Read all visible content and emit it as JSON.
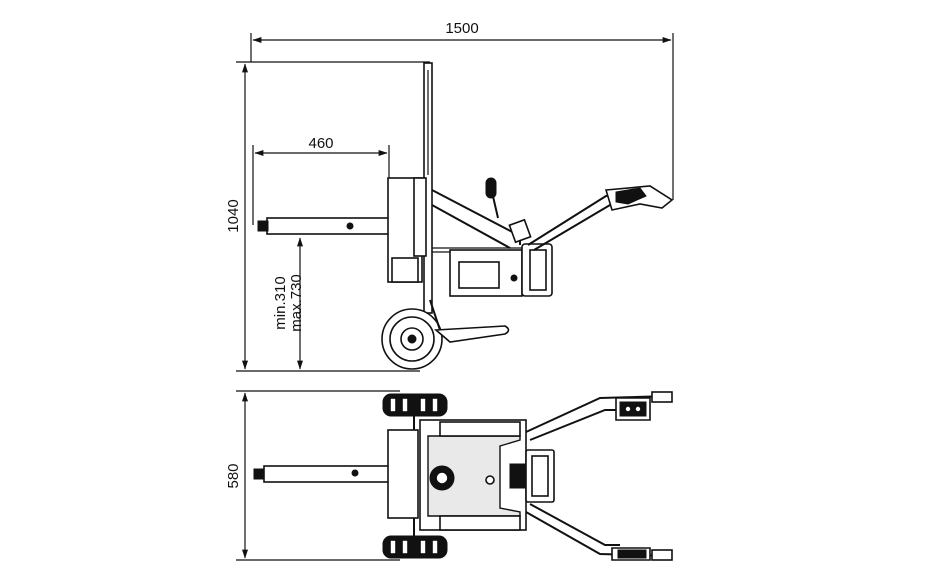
{
  "dimensions": {
    "total_length": "1500",
    "height": "1040",
    "arm_reach": "460",
    "arm_height_min": "min.310",
    "arm_height_max": "max.730",
    "width": "580"
  },
  "colors": {
    "line": "#111111",
    "background": "#ffffff",
    "body_fill": "#e9e9e9"
  },
  "icons": [
    "arrowhead",
    "wheel",
    "handle-grip",
    "control-lever"
  ]
}
